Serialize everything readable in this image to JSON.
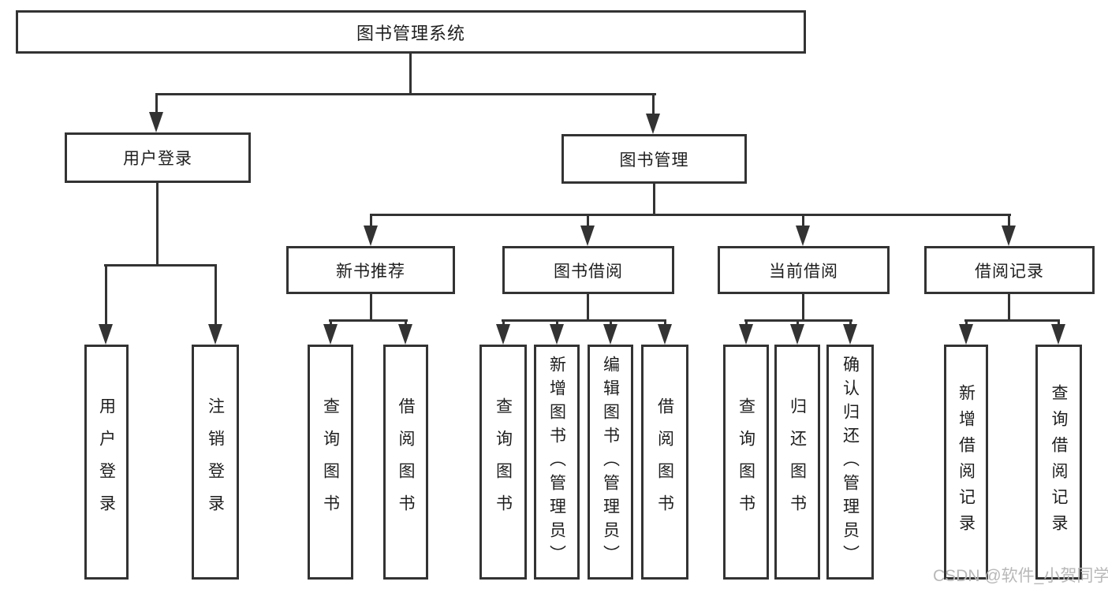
{
  "tree": {
    "root": {
      "label": "图书管理系统",
      "children": [
        {
          "label": "用户登录",
          "children": [
            {
              "label": "用户登录"
            },
            {
              "label": "注销登录"
            }
          ]
        },
        {
          "label": "图书管理",
          "children": [
            {
              "label": "新书推荐",
              "children": [
                {
                  "label": "查询图书"
                },
                {
                  "label": "借阅图书"
                }
              ]
            },
            {
              "label": "图书借阅",
              "children": [
                {
                  "label": "查询图书"
                },
                {
                  "label": "新增图书（管理员）"
                },
                {
                  "label": "编辑图书（管理员）"
                },
                {
                  "label": "借阅图书"
                }
              ]
            },
            {
              "label": "当前借阅",
              "children": [
                {
                  "label": "查询图书"
                },
                {
                  "label": "归还图书"
                },
                {
                  "label": "确认归还（管理员）"
                }
              ]
            },
            {
              "label": "借阅记录",
              "children": [
                {
                  "label": "新增借阅记录"
                },
                {
                  "label": "查询借阅记录"
                }
              ]
            }
          ]
        }
      ]
    }
  },
  "watermark": {
    "text": "CSDN @软件_小贺同学"
  },
  "colors": {
    "line": "#333333",
    "text": "#1e1e1e",
    "watermark": "#b8b8b8",
    "background": "#ffffff"
  }
}
